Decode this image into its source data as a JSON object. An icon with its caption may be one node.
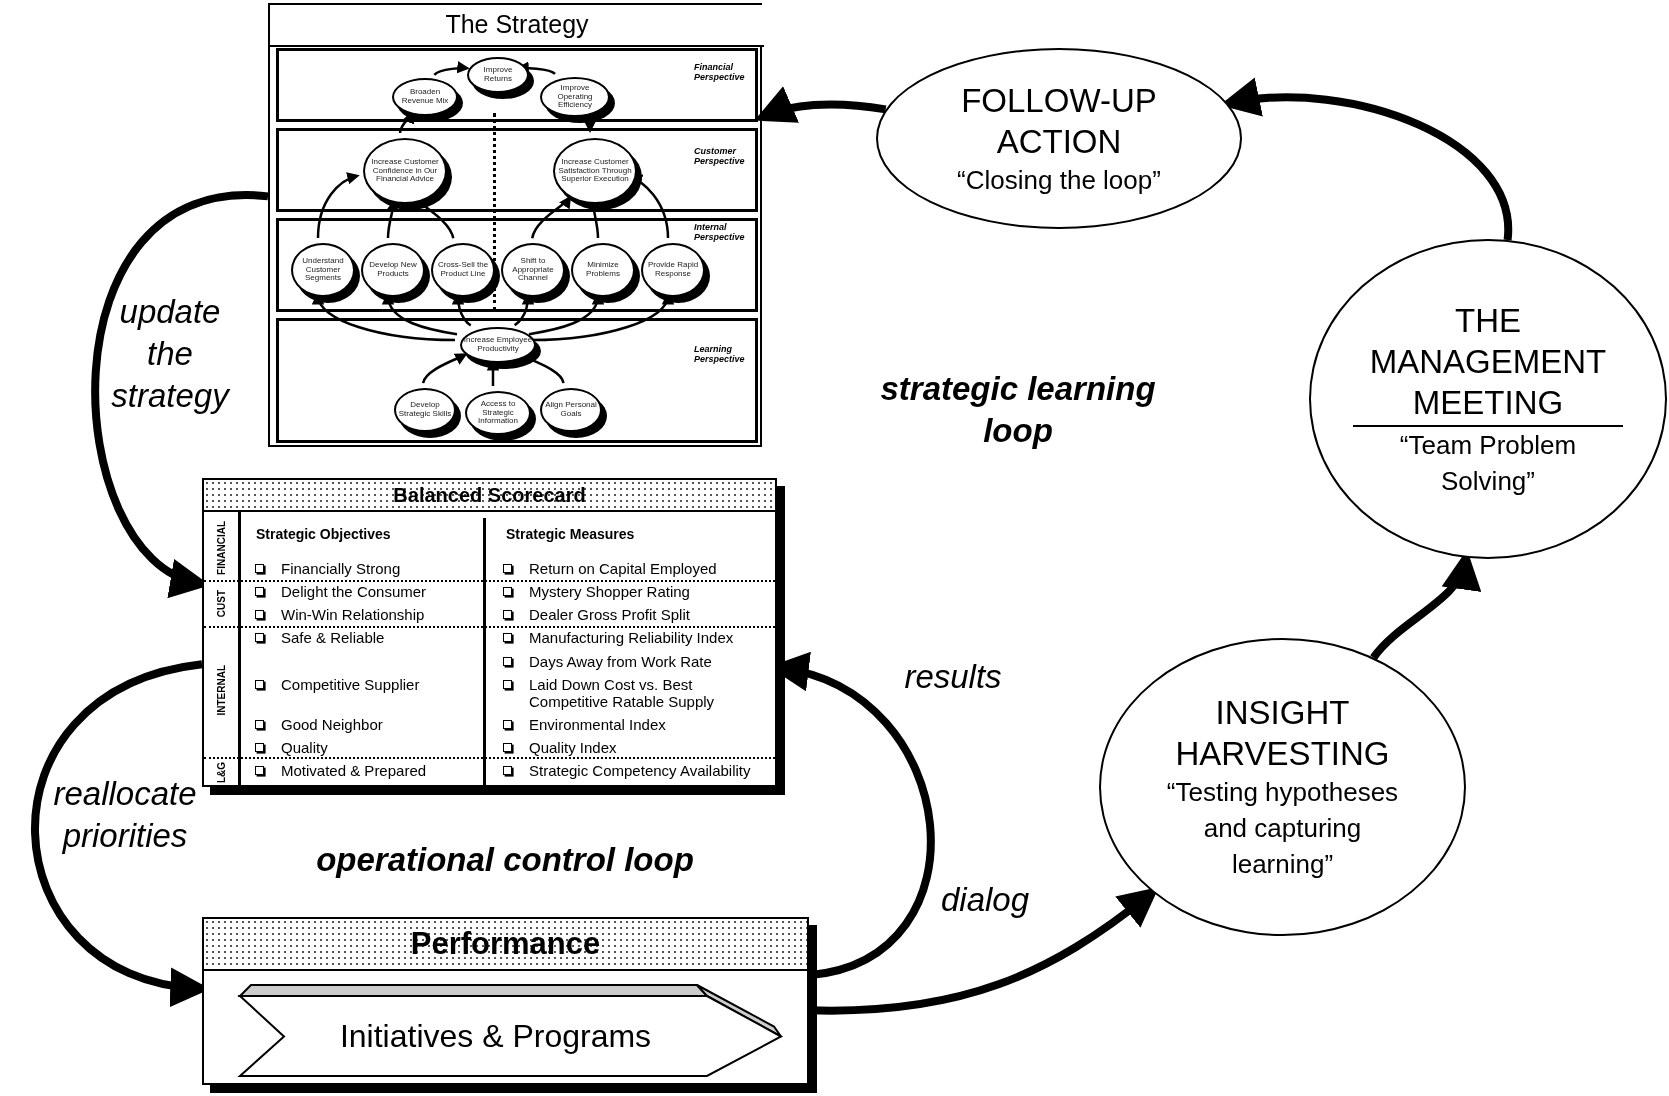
{
  "diagram": {
    "nodes": [
      {
        "text": [
          "The Strategy"
        ]
      },
      {
        "text": [
          "Financial Perspective"
        ],
        "in": 0
      },
      {
        "text": [
          "Improve Returns"
        ],
        "in": 1
      },
      {
        "text": [
          "Broaden Revenue Mix"
        ],
        "in": 1
      },
      {
        "text": [
          "Improve Operating Efficiency"
        ],
        "in": 1
      },
      {
        "text": [
          "Customer Perspective"
        ],
        "in": 0
      },
      {
        "text": [
          "Increase Customer Confidence in Our Financial Advice"
        ],
        "in": 5
      },
      {
        "text": [
          "Increase Customer Satisfaction Through Superior Execution"
        ],
        "in": 5
      },
      {
        "text": [
          "Internal Perspective"
        ],
        "in": 0
      },
      {
        "text": [
          "Understand Customer Segments"
        ],
        "in": 8
      },
      {
        "text": [
          "Develop New Products"
        ],
        "in": 8
      },
      {
        "text": [
          "Cross-Sell the Product Line"
        ],
        "in": 8
      },
      {
        "text": [
          "Shift to Appropriate Channel"
        ],
        "in": 8
      },
      {
        "text": [
          "Minimize Problems"
        ],
        "in": 8
      },
      {
        "text": [
          "Provide Rapid Response"
        ],
        "in": 8
      },
      {
        "text": [
          "Learning Perspective"
        ],
        "in": 0
      },
      {
        "text": [
          "Increase Employee Productivity"
        ],
        "in": 15
      },
      {
        "text": [
          "Develop Strategic Skills"
        ],
        "in": 15
      },
      {
        "text": [
          "Access to Strategic Information"
        ],
        "in": 15
      },
      {
        "text": [
          "Align Personal Goals"
        ],
        "in": 15
      },
      {
        "text": [
          "Balanced Scorecard"
        ]
      },
      {
        "text": [
          "Performance"
        ]
      },
      {
        "text": [
          "Initiatives & Programs"
        ],
        "in": 21
      },
      {
        "text": [
          "FOLLOW-UP ACTION",
          "“Closing the loop”"
        ]
      },
      {
        "text": [
          "THE MANAGEMENT MEETING",
          "“Team Problem Solving”"
        ]
      },
      {
        "text": [
          "INSIGHT HARVESTING",
          "“Testing hypotheses and capturing learning”"
        ]
      }
    ],
    "edges": [
      {
        "from": 3,
        "to": 2,
        "arrow": "to"
      },
      {
        "from": 4,
        "to": 2,
        "arrow": "to"
      },
      {
        "from": 6,
        "to": 3,
        "arrow": "to"
      },
      {
        "from": 4,
        "to": 7,
        "arrow": "to"
      },
      {
        "from": 9,
        "to": 6,
        "arrow": "to"
      },
      {
        "from": 10,
        "to": 6,
        "arrow": "to"
      },
      {
        "from": 11,
        "to": 6,
        "arrow": "to"
      },
      {
        "from": 12,
        "to": 7,
        "arrow": "to"
      },
      {
        "from": 13,
        "to": 7,
        "arrow": "to"
      },
      {
        "from": 14,
        "to": 7,
        "arrow": "to"
      },
      {
        "from": 16,
        "to": 9,
        "arrow": "to"
      },
      {
        "from": 16,
        "to": 10,
        "arrow": "to"
      },
      {
        "from": 16,
        "to": 11,
        "arrow": "to"
      },
      {
        "from": 16,
        "to": 12,
        "arrow": "to"
      },
      {
        "from": 16,
        "to": 13,
        "arrow": "to"
      },
      {
        "from": 16,
        "to": 14,
        "arrow": "to"
      },
      {
        "from": 17,
        "to": 16,
        "arrow": "to"
      },
      {
        "from": 18,
        "to": 16,
        "arrow": "to"
      },
      {
        "from": 19,
        "to": 16,
        "arrow": "to"
      },
      {
        "from": 23,
        "to": 0,
        "arrow": "to",
        "style": "thick"
      },
      {
        "from": 0,
        "to": 20,
        "arrow": "to",
        "label": "update the strategy",
        "style": "thick"
      },
      {
        "from": 20,
        "to": 21,
        "arrow": "to",
        "label": "reallocate priorities",
        "style": "thick"
      },
      {
        "from": 21,
        "to": 20,
        "arrow": "to",
        "label": "results",
        "style": "thick"
      },
      {
        "from": 21,
        "to": 25,
        "arrow": "to",
        "label": "dialog",
        "style": "thick"
      },
      {
        "from": 25,
        "to": 24,
        "arrow": "to",
        "style": "thick"
      },
      {
        "from": 24,
        "to": 23,
        "arrow": "to",
        "style": "thick"
      }
    ],
    "labels": [
      "strategic learning loop",
      "FINANCIAL",
      "Strategic Objectives",
      "Strategic Measures",
      "Financially Strong",
      "Return on Capital Employed",
      "CUST",
      "Delight the Consumer",
      "Mystery Shopper Rating",
      "Win-Win Relationship",
      "Dealer Gross Profit Split",
      "INTERNAL",
      "Safe & Reliable",
      "Manufacturing Reliability Index",
      "Days Away from Work Rate",
      "Competitive Supplier",
      "Laid Down Cost vs. Best Competitive Ratable Supply",
      "Good Neighbor",
      "Environmental Index",
      "Quality",
      "Quality Index",
      "L&G",
      "Motivated & Prepared",
      "Strategic Competency Availability",
      "operational control loop"
    ]
  }
}
